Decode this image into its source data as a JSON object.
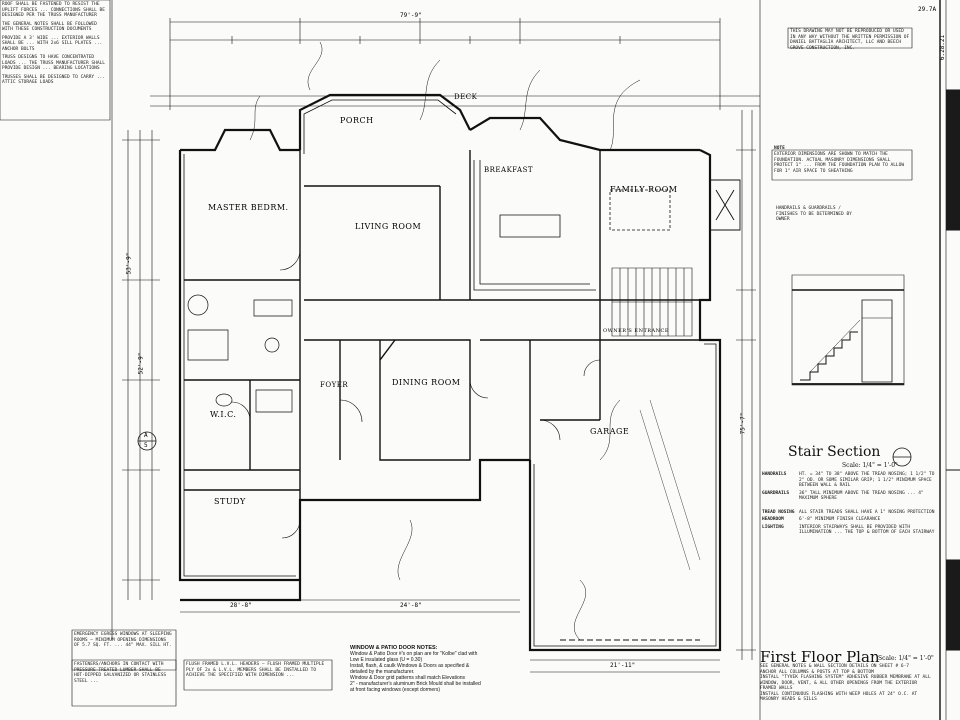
{
  "sheet": {
    "sheet_ref": "29.7A",
    "date_mark": "6.28.21"
  },
  "left_notes": {
    "block1": "ROOF SHALL BE FASTENED TO RESIST THE UPLIFT FORCES ... CONNECTIONS SHALL BE DESIGNED PER THE TRUSS MANUFACTURER",
    "block2": "THE GENERAL NOTES SHALL BE FOLLOWED WITH THESE CONSTRUCTION DOCUMENTS",
    "block3": "PROVIDE A 3' WIDE ... EXTERIOR WALLS SHALL BE ... WITH 2x6 SILL PLATES ... ANCHOR BOLTS",
    "block4": "TRUSS DESIGNS TO HAVE CONCENTRATED LOADS ... THE TRUSS MANUFACTURER SHALL PROVIDE DESIGN ... BEARING LOCATIONS",
    "block5": "TRUSSES SHALL BE DESIGNED TO CARRY ... ATTIC STORAGE LOADS"
  },
  "right_notes": {
    "copyright": "THIS DRAWING MAY NOT BE REPRODUCED OR USED IN ANY WAY WITHOUT THE WRITTEN PERMISSION OF DANIEL BATTAGLIA ARCHITECT, LLC AND BEECH GROVE CONSTRUCTION, INC.",
    "note_heading": "NOTE",
    "note_text": "EXTERIOR DIMENSIONS ARE SHOWN TO MATCH THE FOUNDATION. ACTUAL MASONRY DIMENSIONS SHALL PROTECT 1\" ... FROM THE FOUNDATION PLAN TO ALLOW FOR 1\" AIR SPACE TO SHEATHING",
    "handrail_note": "HANDRAILS & GUARDRAILS / FINISHES TO BE DETERMINED BY OWNER"
  },
  "rooms": {
    "master_bedroom": "MASTER BEDRM.",
    "porch": "PORCH",
    "deck": "DECK",
    "living_room": "LIVING ROOM",
    "breakfast": "BREAKFAST",
    "family_room": "FAMILY ROOM",
    "dining_room": "DINING ROOM",
    "foyer": "FOYER",
    "wic": "W.I.C.",
    "study": "STUDY",
    "garage": "GARAGE",
    "owners_entrance": "OWNER'S ENTRANCE"
  },
  "section_marker": {
    "letter": "A",
    "sheet": "5"
  },
  "stair_section": {
    "title": "Stair Section",
    "scale": "Scale: 1/4\" = 1'-0\"",
    "handrails_label": "HANDRAILS",
    "handrails_text": "HT. = 34\" TO 38\" ABOVE THE TREAD NOSING; 1 1/2\" TO 2\" OD. OR SOME SIMILAR GRIP; 1 1/2\" MINIMUM SPACE BETWEEN WALL & RAIL",
    "guardrails_label": "GUARDRAILS",
    "guardrails_text": "36\" TALL MINIMUM ABOVE THE TREAD NOSING ... 4\" MAXIMUM SPHERE",
    "treads_label": "TREAD NOSING",
    "treads_text": "ALL STAIR TREADS SHALL HAVE A 1\" NOSING PROTECTION",
    "headroom_label": "HEADROOM",
    "headroom_text": "6'-8\" MINIMUM FINISH CLEARANCE",
    "lighting_label": "LIGHTING",
    "lighting_text": "INTERIOR STAIRWAYS SHALL BE PROVIDED WITH ILLUMINATION ... THE TOP & BOTTOM OF EACH STAIRWAY"
  },
  "plan": {
    "title": "First Floor Plan",
    "scale": "Scale: 1/4\" = 1'-0\"",
    "notes": [
      "SEE GENERAL NOTES & WALL SECTION DETAILS ON SHEET # 6-7",
      "ANCHOR ALL COLUMNS & POSTS AT TOP & BOTTOM",
      "INSTALL \"TYVEK FLASHING SYSTEM\" ADHESIVE RUBBER MEMBRANE AT ALL WINDOW, DOOR, VENT, & ALL OTHER OPENINGS FROM THE EXTERIOR FRAMED WALLS",
      "INSTALL CONTINUOUS FLASHING WITH WEEP HOLES AT 24\" O.C. AT MASONRY HEADS & SILLS"
    ]
  },
  "bottom_notes": {
    "egress": "EMERGENCY EGRESS WINDOWS AT SLEEPING ROOMS — MINIMUM OPENING DIMENSIONS OF 5.7 SQ. FT. ... 44\" MAX. SILL HT.",
    "fasteners": "FASTENERS/ANCHORS IN CONTACT WITH PRESSURE TREATED LUMBER SHALL BE HOT-DIPPED GALVANIZED OR STAINLESS STEEL ...",
    "flush_framed": "FLUSH FRAMED L.V.L. HEADERS — FLUSH FRAMED MULTIPLE PLY OF 2x & L.V.L. MEMBERS SHALL BE INSTALLED TO ACHIEVE THE SPECIFIED WITH DIMENSION ...",
    "window_heading": "WINDOW & PATIO DOOR NOTES:",
    "window_items": [
      "Window & Patio Door #'s on plan are for \"Kolbe\" clad with Low E insulated glass (U = 0.30)",
      "Install, flash, & caulk Windows & Doors as specified & detailed by the manufacturer.",
      "Window & Door grid patterns shall match Elevations",
      "2\" - manufacturer's aluminum Brick Mould shall be installed at front facing windows (except dormers)"
    ]
  },
  "dimensions": {
    "overall_top": "79'-9\"",
    "left_overall": "53'-9\"",
    "left_depth": "52'-9\"",
    "right_overall": "75'-7\"",
    "bottom_a": "28'-8\"",
    "bottom_b": "24'-8\"",
    "bottom_c": "21'-11\""
  }
}
